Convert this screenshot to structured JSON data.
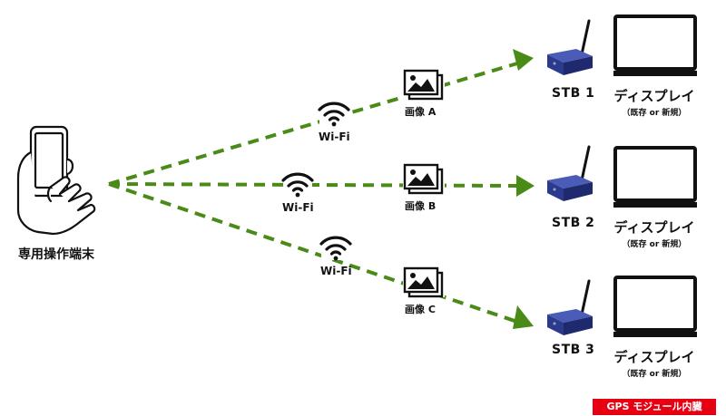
{
  "terminal": {
    "label": "専用操作端末",
    "icon": "hand-phone-icon"
  },
  "connections": [
    {
      "wifi_label": "Wi-Fi",
      "image_label": "画像 A",
      "stb_label": "STB 1",
      "display_label": "ディスプレイ",
      "display_sub": "（既存 or 新規）"
    },
    {
      "wifi_label": "Wi-Fi",
      "image_label": "画像 B",
      "stb_label": "STB 2",
      "display_label": "ディスプレイ",
      "display_sub": "（既存 or 新規）"
    },
    {
      "wifi_label": "Wi-Fi",
      "image_label": "画像 C",
      "stb_label": "STB 3",
      "display_label": "ディスプレイ",
      "display_sub": "（既存 or 新規）"
    }
  ],
  "badge": {
    "label": "GPS モジュール内臓",
    "color": "#e60012"
  },
  "colors": {
    "arrow": "#4a8a17",
    "stb": "#2b3a8c",
    "stroke": "#111111"
  }
}
